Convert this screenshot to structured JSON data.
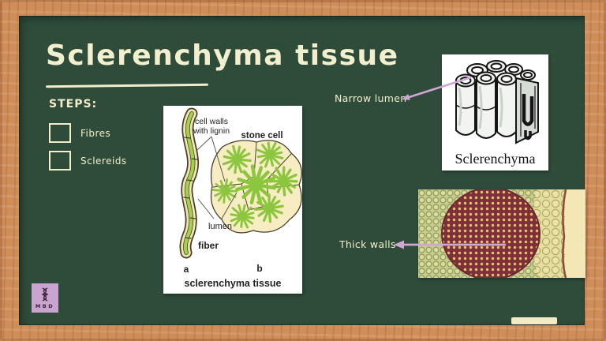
{
  "slide": {
    "title": "Sclerenchyma tissue",
    "steps": {
      "heading": "STEPS:",
      "items": [
        {
          "label": "Fibres",
          "checked": false
        },
        {
          "label": "Sclereids",
          "checked": false
        }
      ]
    },
    "diagram_card": {
      "labels": {
        "cell_walls_line1": "cell walls",
        "cell_walls_line2": "with lignin",
        "stone_cell": "stone cell",
        "lumen": "lumen",
        "fiber": "fiber",
        "panel_a": "a",
        "panel_b": "b",
        "caption": "sclerenchyma tissue"
      }
    },
    "model_card": {
      "caption": "Sclerenchyma"
    },
    "annotations": {
      "narrow_lumen": {
        "label": "Narrow lumen"
      },
      "thick_walls": {
        "label": "Thick walls"
      }
    },
    "badge": {
      "text": "MBD",
      "icon": "dna-icon"
    },
    "colors": {
      "board": "#2f4c3a",
      "frame_wood": "#cf8d5a",
      "chalk": "#f1eecb",
      "arrow": "#cfa6d4",
      "badge_bg": "#c9a4cf",
      "diagram_green": "#8cc63e",
      "micrograph_red": "#7e2f3a"
    }
  }
}
